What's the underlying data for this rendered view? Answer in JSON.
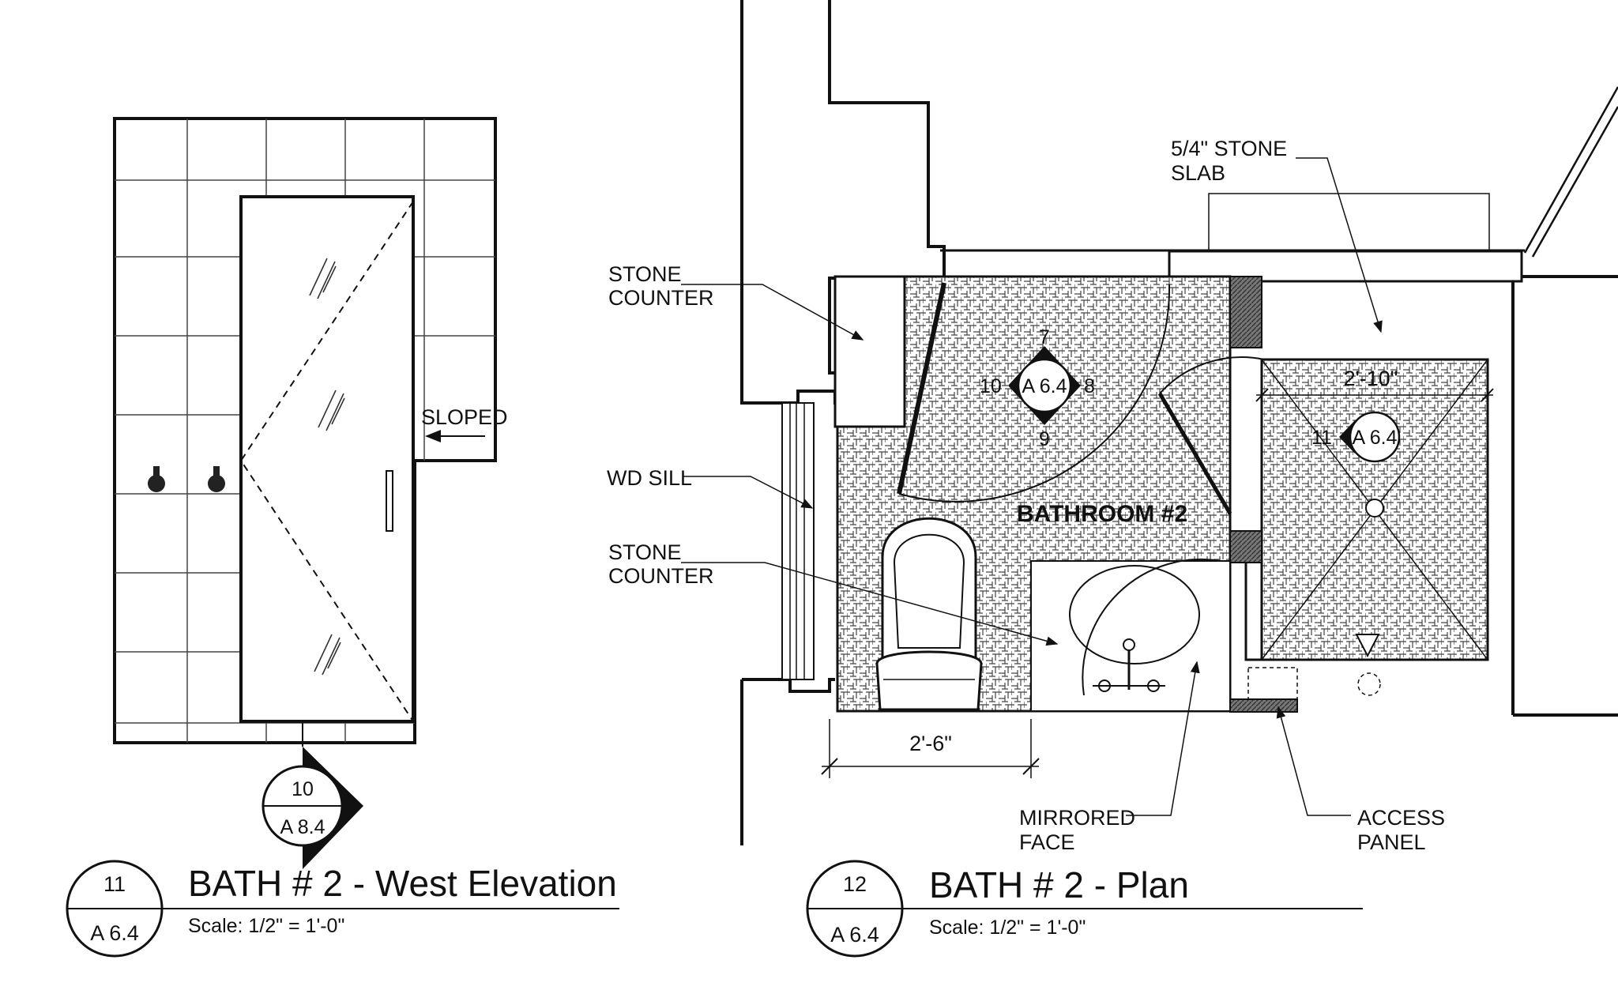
{
  "elevation": {
    "sloped_label": "SLOPED",
    "section_tag": {
      "number": "10",
      "sheet": "A 8.4"
    },
    "title_tag": {
      "number": "11",
      "sheet": "A 6.4"
    },
    "title": "BATH # 2 - West Elevation",
    "scale": "Scale: 1/2\" = 1'-0\""
  },
  "plan": {
    "labels": {
      "stone_slab_line1": "5/4\" STONE",
      "stone_slab_line2": "SLAB",
      "stone_counter_top_line1": "STONE",
      "stone_counter_top_line2": "COUNTER",
      "wd_sill": "WD SILL",
      "stone_counter_bottom_line1": "STONE",
      "stone_counter_bottom_line2": "COUNTER",
      "room_name": "BATHROOM #2",
      "mirrored_face_line1": "MIRRORED",
      "mirrored_face_line2": "FACE",
      "access_panel_line1": "ACCESS",
      "access_panel_line2": "PANEL"
    },
    "dimensions": {
      "vanity_width": "2'-6\"",
      "shower_width": "2'-10\""
    },
    "elevation_marker": {
      "sheet": "A 6.4",
      "north": "7",
      "east": "8",
      "south": "9",
      "west": "10"
    },
    "shower_marker": {
      "number": "11",
      "sheet": "A 6.4"
    },
    "title_tag": {
      "number": "12",
      "sheet": "A 6.4"
    },
    "title": "BATH # 2 - Plan",
    "scale": "Scale: 1/2\" = 1'-0\""
  }
}
